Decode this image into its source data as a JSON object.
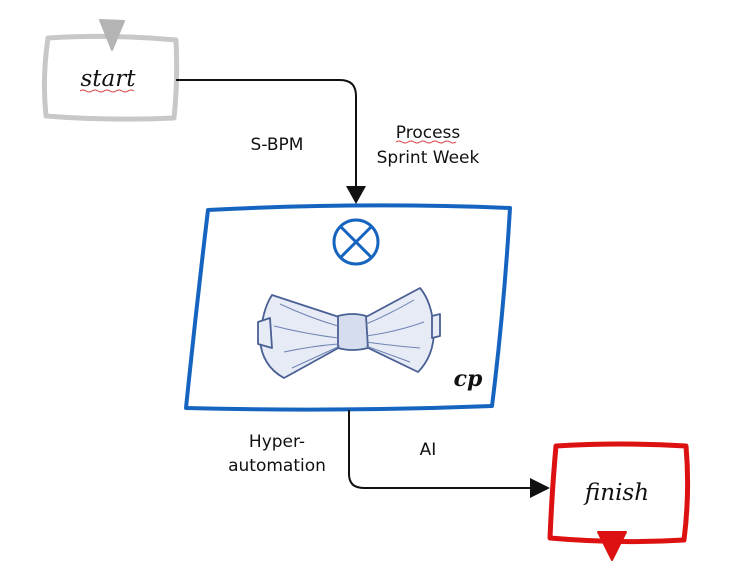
{
  "start_label": "start",
  "finish_label": "finish",
  "top_left_label": "S-BPM",
  "top_right_label": {
    "line1": "Process",
    "line2": "Sprint Week"
  },
  "bottom_left_label": {
    "line1": "Hyper-",
    "line2": "automation"
  },
  "bottom_right_label": "AI",
  "process_mark": "cp",
  "icons": {
    "start_event": "start-event-box",
    "end_event": "end-event-box",
    "gateway": "exclusive-gateway-circle-x-icon",
    "process": "bow-tie-icon"
  },
  "colors": {
    "start": "#c8c8c8",
    "process": "#1565c0",
    "finish": "#dd1111",
    "arrow": "#111111",
    "bow_tie": "#4a5f94"
  }
}
